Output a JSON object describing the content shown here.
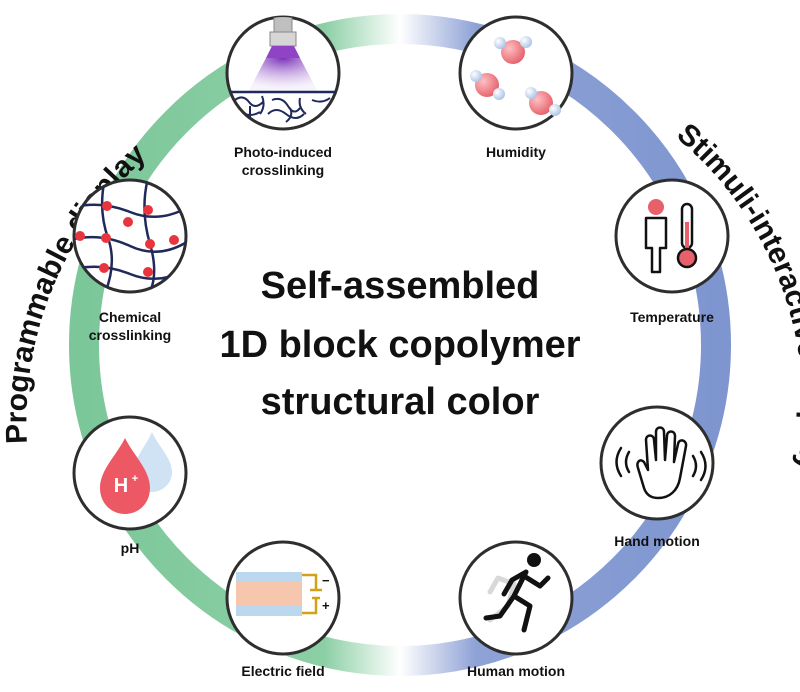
{
  "center_title": {
    "line1": "Self-assembled",
    "line2": "1D block copolymer",
    "line3": "structural color"
  },
  "left_arc_label": "Programmable display",
  "right_arc_label": "Stimuli-interactive display",
  "colors": {
    "green": "#7CC79A",
    "blue": "#7E95CF",
    "node_border": "#2e2e2e",
    "red": "#e8353d",
    "navy": "#1f2a5a"
  },
  "nodes": {
    "photo": {
      "label_line1": "Photo-induced",
      "label_line2": "crosslinking",
      "icon": "uv-lamp-crosslinking-icon"
    },
    "humidity": {
      "label": "Humidity",
      "icon": "water-molecules-icon"
    },
    "chemical": {
      "label_line1": "Chemical",
      "label_line2": "crosslinking",
      "icon": "crosslinked-network-icon"
    },
    "temperature": {
      "label": "Temperature",
      "icon": "person-thermometer-icon"
    },
    "ph": {
      "label": "pH",
      "glyph": "H",
      "glyph_sup": "+",
      "icon": "drop-icon"
    },
    "hand": {
      "label": "Hand motion",
      "icon": "waving-hand-icon"
    },
    "electric": {
      "label": "Electric field",
      "plus": "+",
      "minus": "−",
      "icon": "electrode-stack-icon"
    },
    "human": {
      "label": "Human motion",
      "icon": "running-person-icon"
    }
  }
}
